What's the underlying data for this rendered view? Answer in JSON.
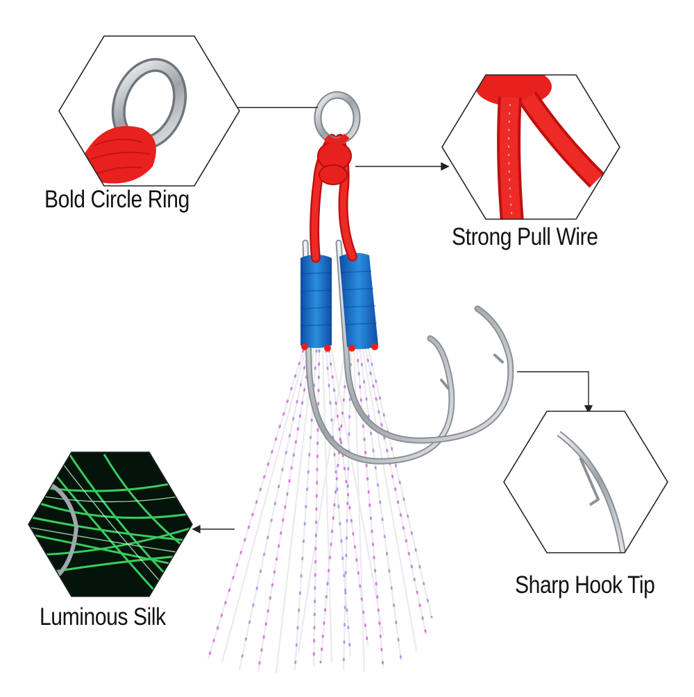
{
  "callouts": {
    "ring": {
      "label": "Bold Circle Ring"
    },
    "wire": {
      "label": "Strong Pull Wire"
    },
    "tip": {
      "label": "Sharp Hook Tip"
    },
    "silk": {
      "label": "Luminous Silk"
    }
  },
  "colors": {
    "line": "#222222",
    "cord": "#e8211f",
    "wrap": "#1f6fc6",
    "hook": "#b9bcc0",
    "silk_glow": "#3fe06a",
    "tinsel": "#d06bd8"
  }
}
